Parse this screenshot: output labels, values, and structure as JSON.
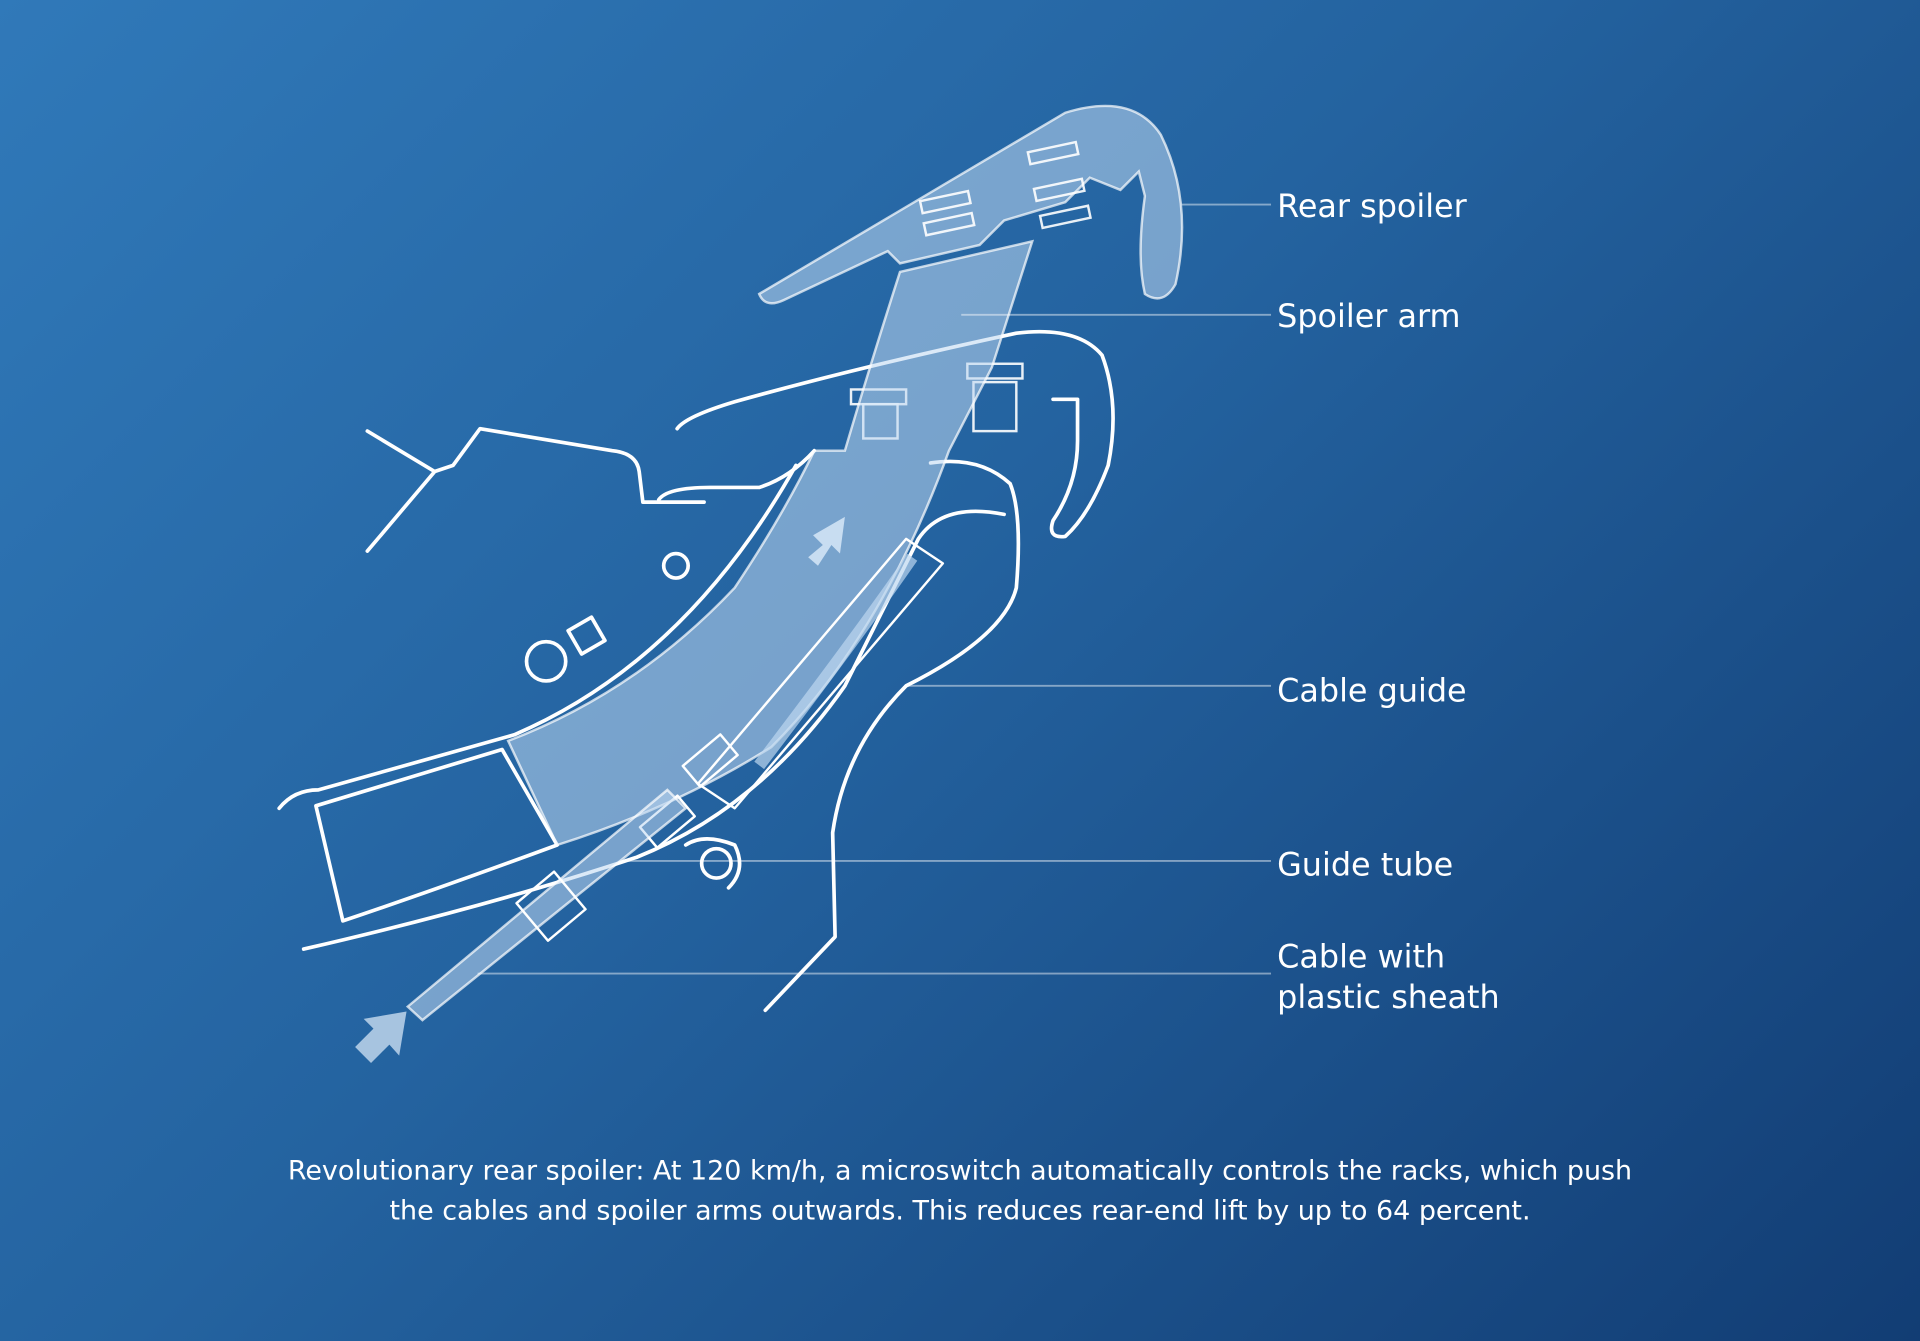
{
  "labels": {
    "rear_spoiler": "Rear spoiler",
    "spoiler_arm": "Spoiler arm",
    "cable_guide": "Cable guide",
    "guide_tube": "Guide tube",
    "cable_line1": "Cable with",
    "cable_line2": "plastic sheath"
  },
  "caption": {
    "line1": "Revolutionary rear spoiler: At 120 km/h, a microswitch automatically controls the racks, which push",
    "line2": "the cables and spoiler arms outwards. This reduces rear-end lift by up to 64 percent."
  },
  "icons": [
    "arrow-up-right-icon"
  ]
}
